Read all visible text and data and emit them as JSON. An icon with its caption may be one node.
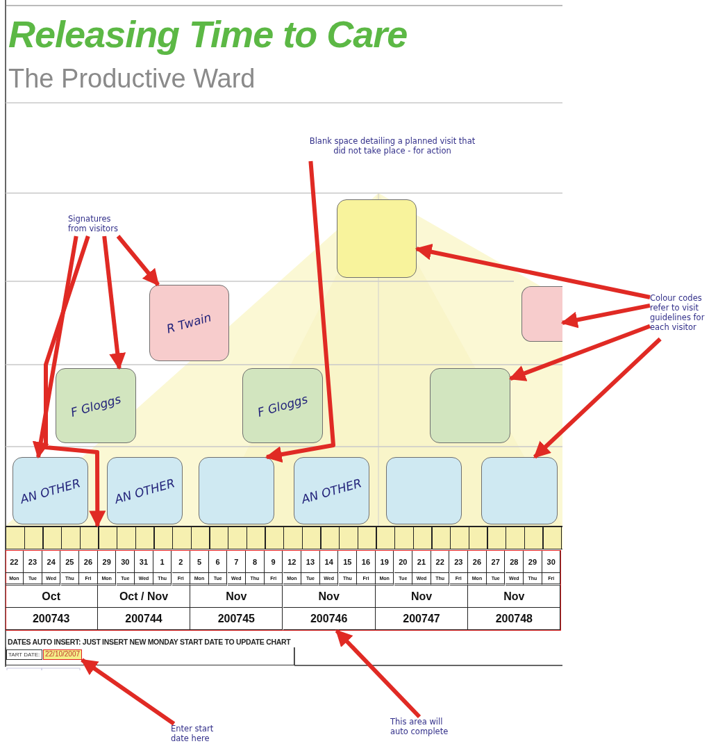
{
  "diagram": {
    "title": "Releasing Time to Care",
    "nodes": [
      {
        "text": [
          "Blank space detailing a planned visit that did not take place - for action"
        ]
      },
      {
        "text": [
          "Signatures from visitors"
        ]
      },
      {
        "text": [
          "Colour codes refer to visit guidelines for each visitor"
        ]
      },
      {
        "text": [
          "Enter start date here"
        ]
      },
      {
        "text": [
          "This area will auto complete"
        ]
      },
      {
        "text": [],
        "shape": "box"
      },
      {
        "text": [
          "R Twain"
        ]
      },
      {
        "text": [],
        "shape": "box"
      },
      {
        "text": [
          "F Gloggs"
        ]
      },
      {
        "text": [
          "F Gloggs"
        ]
      },
      {
        "text": [],
        "shape": "box"
      },
      {
        "text": [
          "AN OTHER"
        ]
      },
      {
        "text": [
          "AN OTHER"
        ]
      },
      {
        "text": [],
        "shape": "box"
      },
      {
        "text": [
          "AN OTHER"
        ]
      },
      {
        "text": [],
        "shape": "box"
      },
      {
        "text": [],
        "shape": "box"
      },
      {
        "text": [],
        "shape": "box"
      },
      {
        "text": [
          "22/10/2007"
        ],
        "beside": [
          "TART DATE:"
        ]
      },
      {
        "text": [],
        "shape": "bar"
      }
    ],
    "edges": [
      {
        "from": 0,
        "to": 13,
        "arrow": "to"
      },
      {
        "from": 1,
        "to": 11,
        "arrow": "to"
      },
      {
        "from": 1,
        "to": 19,
        "arrow": "to"
      },
      {
        "from": 1,
        "to": 8,
        "arrow": "to"
      },
      {
        "from": 1,
        "to": 6,
        "arrow": "to"
      },
      {
        "from": 2,
        "to": 5,
        "arrow": "to"
      },
      {
        "from": 2,
        "to": 7,
        "arrow": "to"
      },
      {
        "from": 2,
        "to": 10,
        "arrow": "to"
      },
      {
        "from": 2,
        "to": 16,
        "arrow": "to"
      },
      {
        "from": 3,
        "to": 18,
        "arrow": "to"
      },
      {
        "from": 4,
        "to": 17,
        "arrow": "to"
      }
    ],
    "labels": [
      "The Productive Ward",
      "22",
      "23",
      "24",
      "25",
      "26",
      "29",
      "30",
      "31",
      "1",
      "2",
      "5",
      "6",
      "7",
      "8",
      "9",
      "12",
      "13",
      "14",
      "15",
      "16",
      "19",
      "20",
      "21",
      "22",
      "23",
      "26",
      "27",
      "28",
      "29",
      "30",
      "Mon",
      "Tue",
      "Wed",
      "Thu",
      "Fri",
      "Mon",
      "Tue",
      "Wed",
      "Thu",
      "Fri",
      "Mon",
      "Tue",
      "Wed",
      "Thu",
      "Fri",
      "Mon",
      "Tue",
      "Wed",
      "Thu",
      "Fri",
      "Mon",
      "Tue",
      "Wed",
      "Thu",
      "Fri",
      "Mon",
      "Tue",
      "Wed",
      "Thu",
      "Fri",
      "Oct",
      "Oct / Nov",
      "Nov",
      "Nov",
      "Nov",
      "Nov",
      "200743",
      "200744",
      "200745",
      "200746",
      "200747",
      "200748",
      "DATES AUTO INSERT: JUST INSERT NEW MONDAY START DATE TO UPDATE CHART"
    ]
  }
}
